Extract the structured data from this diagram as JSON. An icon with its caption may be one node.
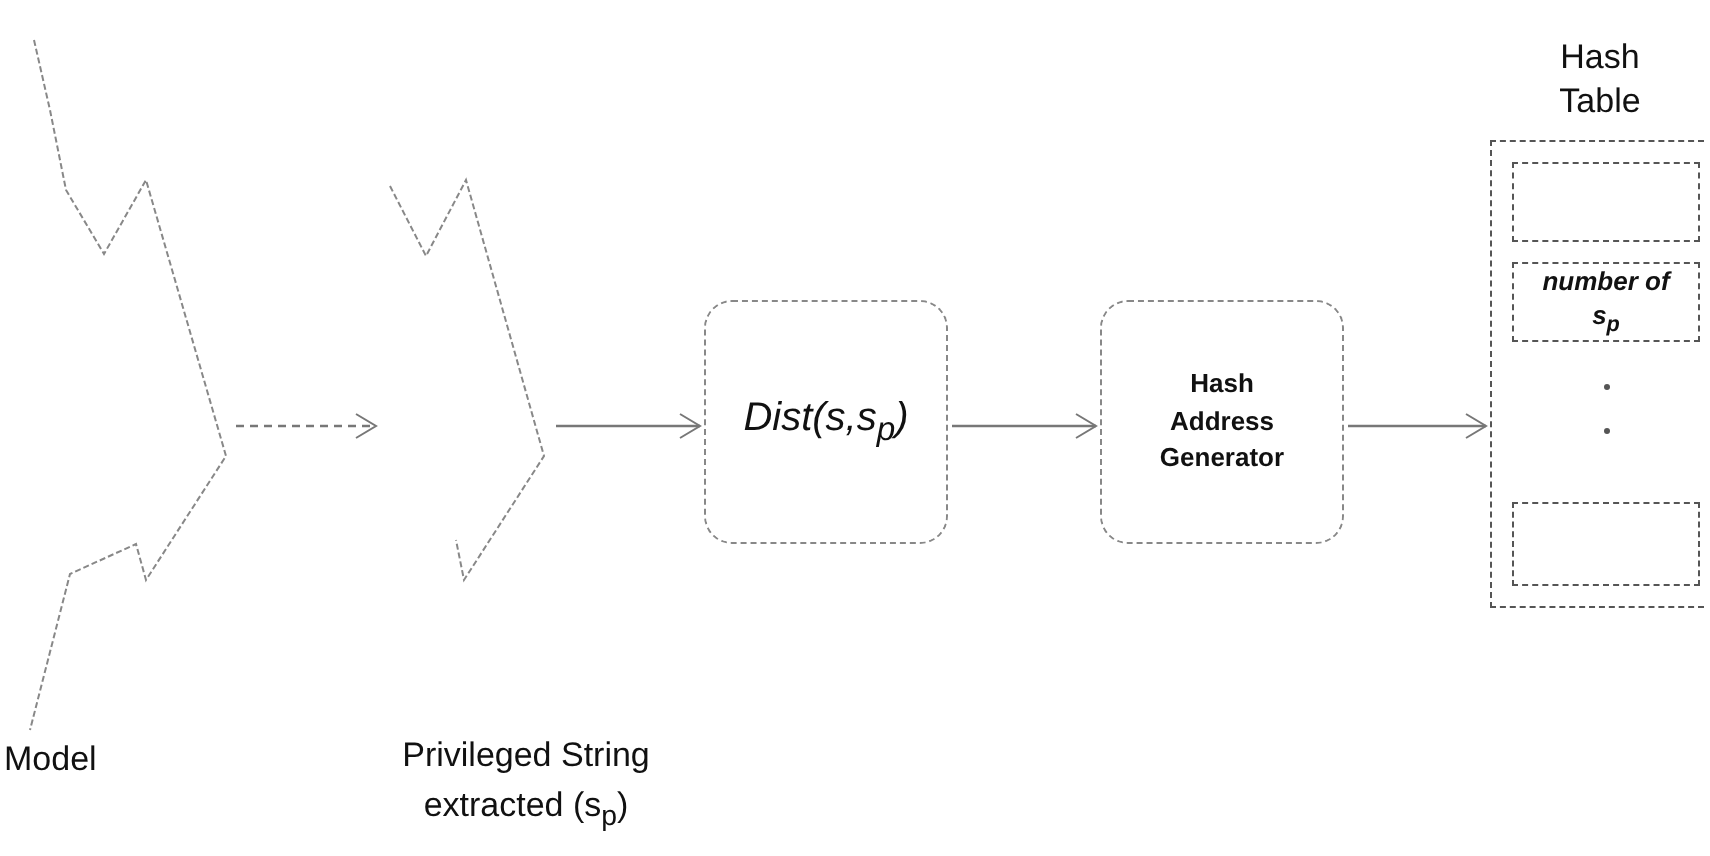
{
  "diagram": {
    "nodes": [
      {
        "text": [],
        "shape": "zigzag",
        "beside": [
          "Model"
        ]
      },
      {
        "text": [],
        "shape": "zigzag"
      },
      {
        "text": [
          "Dist(s,s$_{p}$)"
        ]
      },
      {
        "text": [
          "Hash Address Generator"
        ]
      },
      {
        "text": [
          "Hash Table"
        ]
      },
      {
        "text": [],
        "shape": "box",
        "in": 4
      },
      {
        "text": [
          "number of s$_{p}$"
        ],
        "in": 4
      },
      {
        "text": [],
        "shape": "box",
        "in": 4
      }
    ],
    "edges": [
      {
        "from": 0,
        "to": 1,
        "arrow": "to",
        "style": "dashed"
      },
      {
        "from": 1,
        "to": 2,
        "arrow": "to"
      },
      {
        "from": 2,
        "to": 3,
        "arrow": "to"
      },
      {
        "from": 3,
        "to": 4,
        "arrow": "to"
      }
    ],
    "labels": [
      "Privileged String extracted (s$_{p}$)"
    ]
  }
}
